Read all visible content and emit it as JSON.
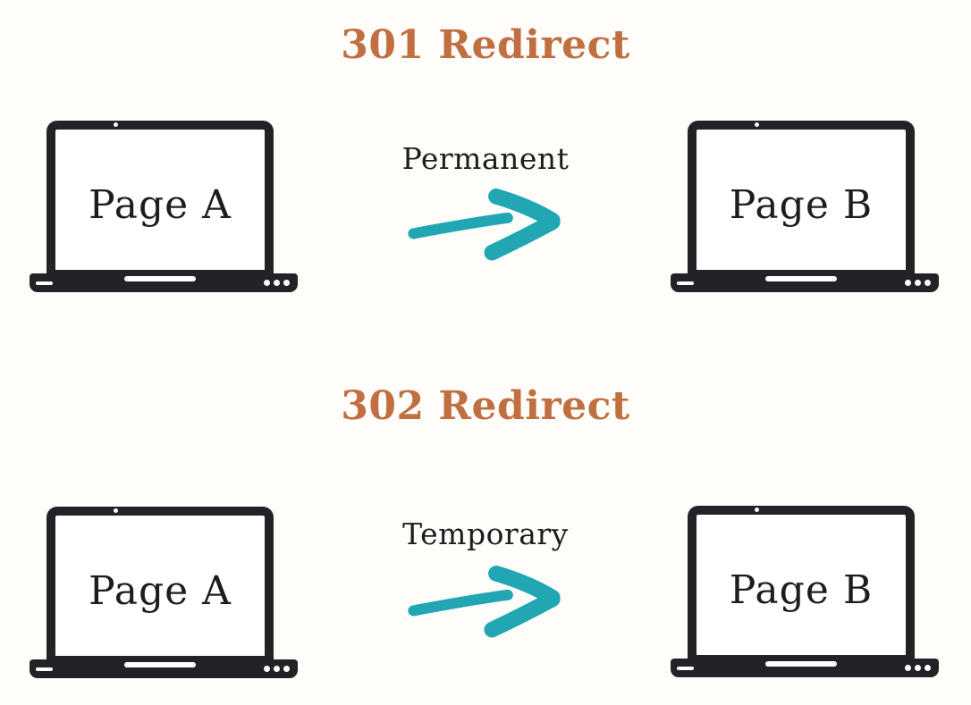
{
  "colors": {
    "background": "#fefdfa",
    "title": "#c06f40",
    "arrow": "#21a6b4",
    "ink": "#222327",
    "text": "#1d1d1f"
  },
  "sections": [
    {
      "title": "301 Redirect",
      "arrow_label": "Permanent",
      "source": {
        "screen_label": "Page A"
      },
      "target": {
        "screen_label": "Page B"
      }
    },
    {
      "title": "302 Redirect",
      "arrow_label": "Temporary",
      "source": {
        "screen_label": "Page A"
      },
      "target": {
        "screen_label": "Page B"
      }
    }
  ]
}
